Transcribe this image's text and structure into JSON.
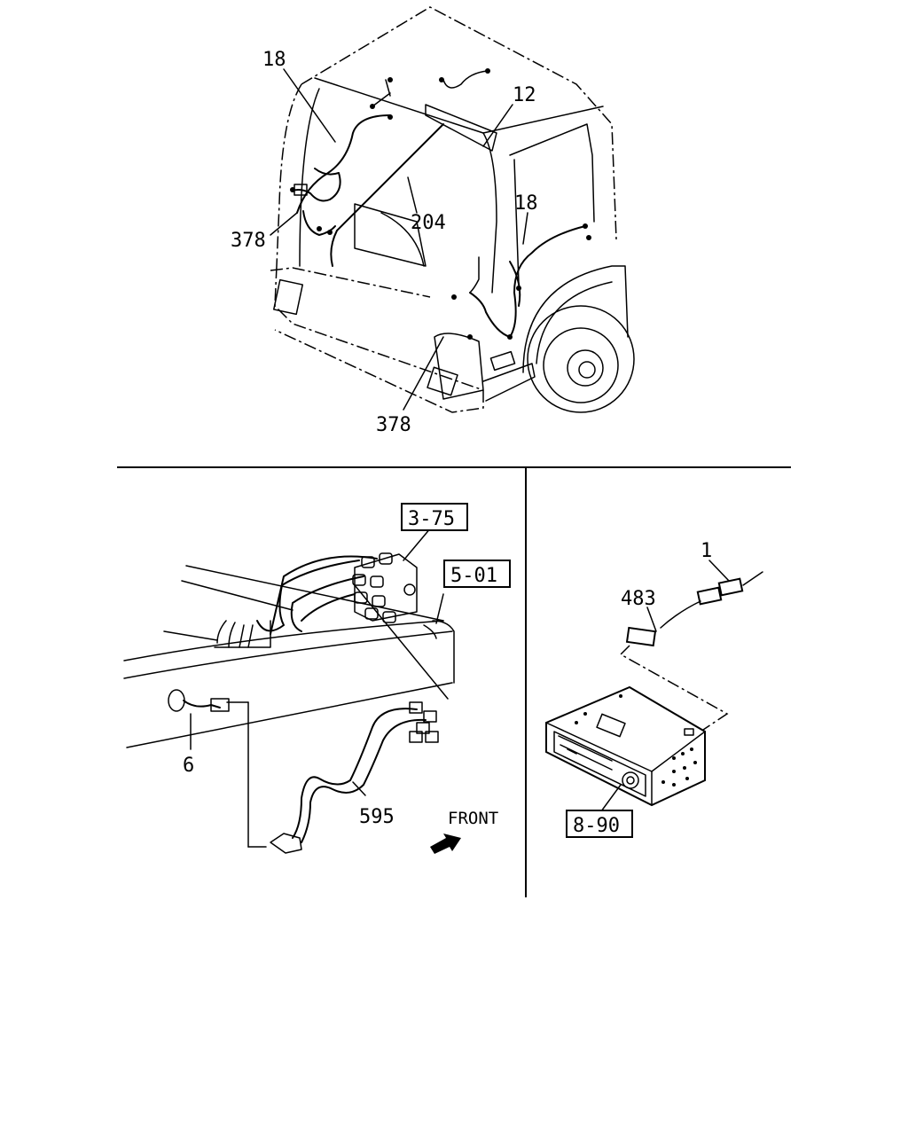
{
  "diagram": {
    "top_callouts": [
      "18",
      "12",
      "204",
      "378",
      "18",
      "378"
    ],
    "left_callouts": {
      "box_valve": "3-75",
      "box_frame": "5-01",
      "harness_a": "6",
      "harness_b": "595",
      "direction": "FRONT"
    },
    "right_callouts": {
      "antenna": "1",
      "cable": "483",
      "radio_box": "8-90"
    }
  }
}
